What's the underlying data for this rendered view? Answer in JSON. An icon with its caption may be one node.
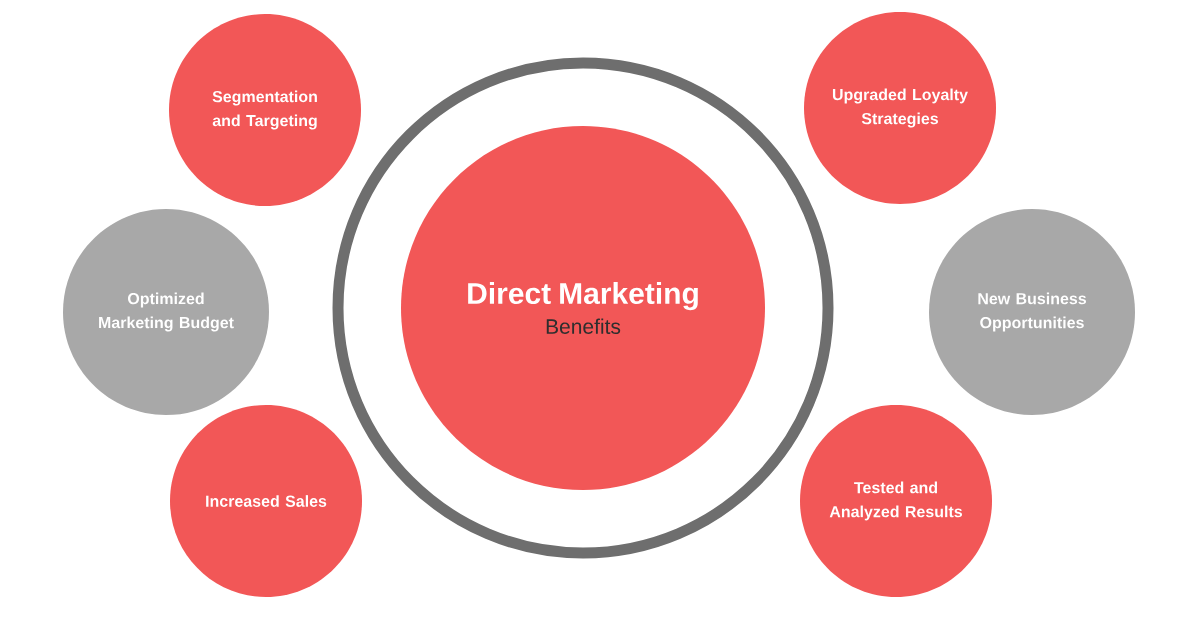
{
  "diagram": {
    "nodes": [
      {
        "text": [
          "Segmentation and Targeting"
        ]
      },
      {
        "text": [
          "Upgraded Loyalty Strategies"
        ]
      },
      {
        "text": [],
        "shape": "circle"
      },
      {
        "text": [
          "Direct Marketing",
          "Benefits"
        ],
        "in": 2
      },
      {
        "text": [
          "Optimized Marketing Budget"
        ]
      },
      {
        "text": [
          "New Business Opportunities"
        ]
      },
      {
        "text": [
          "Increased Sales"
        ]
      },
      {
        "text": [
          "Tested and Analyzed Results"
        ]
      }
    ]
  }
}
